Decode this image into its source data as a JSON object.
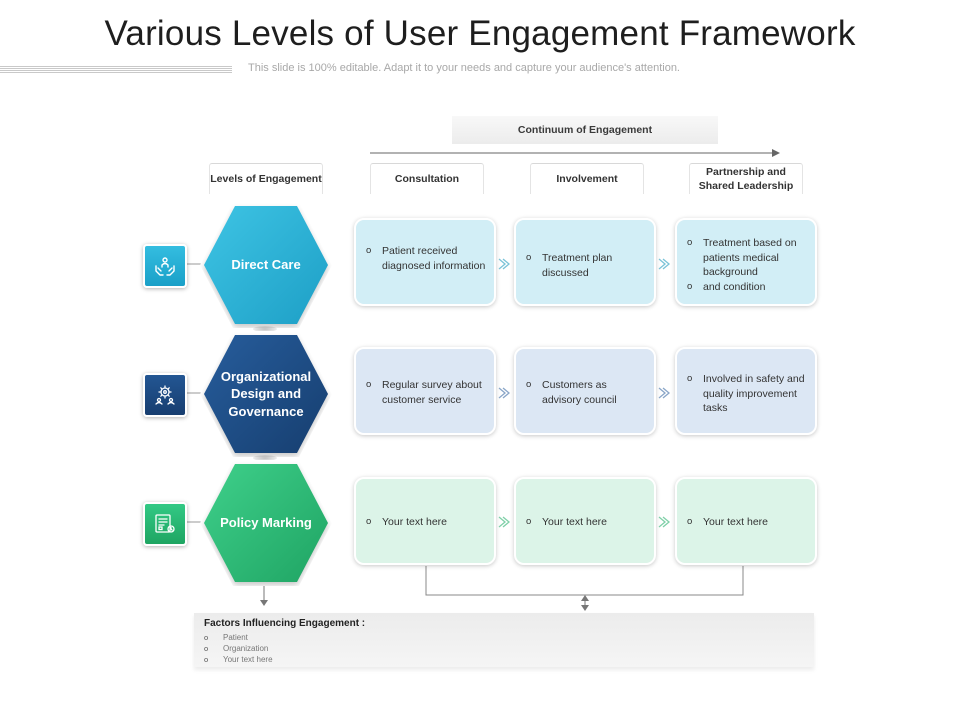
{
  "title": "Various Levels of User Engagement Framework",
  "subtitle": "This slide is 100% editable. Adapt it to your needs and capture your audience's attention.",
  "continuum_label": "Continuum of Engagement",
  "columns": [
    "Levels of Engagement",
    "Consultation",
    "Involvement",
    "Partnership and Shared Leadership"
  ],
  "levels": [
    {
      "label": "Direct Care",
      "color": "#2db3d6",
      "color2": "#1899c0",
      "icon": "hands-care-icon"
    },
    {
      "label": "Organizational Design and Governance",
      "color": "#1f4f8a",
      "color2": "#163c6c",
      "icon": "gear-people-icon"
    },
    {
      "label": "Policy Marking",
      "color": "#2ec27a",
      "color2": "#1fa463",
      "icon": "policy-document-icon"
    }
  ],
  "cards": [
    [
      [
        "Patient received diagnosed information"
      ],
      [
        "Treatment plan discussed"
      ],
      [
        "Treatment based on patients medical background",
        " and condition"
      ]
    ],
    [
      [
        "Regular survey about customer service"
      ],
      [
        "Customers as advisory council"
      ],
      [
        "Involved in safety and quality improvement tasks"
      ]
    ],
    [
      [
        "Your text here"
      ],
      [
        "Your text here"
      ],
      [
        "Your text here"
      ]
    ]
  ],
  "factors": {
    "title": "Factors Influencing Engagement :",
    "items": [
      "Patient",
      "Organization",
      "Your text here"
    ]
  }
}
